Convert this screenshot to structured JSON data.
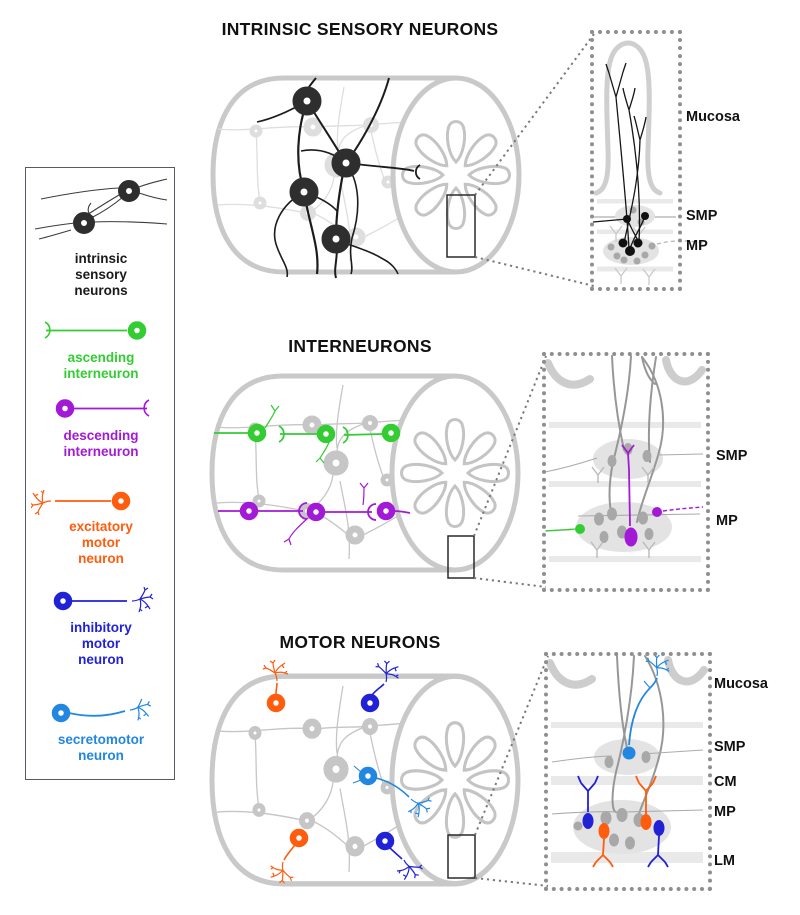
{
  "figure": {
    "sections": [
      {
        "id": "intrinsic-sensory",
        "title": "INTRINSIC SENSORY NEURONS",
        "inset_labels": [
          "Mucosa",
          "SMP",
          "MP"
        ]
      },
      {
        "id": "interneurons",
        "title": "INTERNEURONS",
        "inset_labels": [
          "SMP",
          "MP"
        ]
      },
      {
        "id": "motor-neurons",
        "title": "MOTOR NEURONS",
        "inset_labels": [
          "Mucosa",
          "SMP",
          "CM",
          "MP",
          "LM"
        ]
      }
    ],
    "legend": {
      "items": [
        {
          "label": "intrinsic\nsensory\nneurons",
          "color_key": "black",
          "icon": "intrinsic-sensory-neurons-icon"
        },
        {
          "label": "ascending\ninterneuron",
          "color_key": "green",
          "icon": "ascending-interneuron-icon"
        },
        {
          "label": "descending\ninterneuron",
          "color_key": "purple",
          "icon": "descending-interneuron-icon"
        },
        {
          "label": "excitatory\nmotor\nneuron",
          "color_key": "orange",
          "icon": "excitatory-motor-neuron-icon"
        },
        {
          "label": "inhibitory\nmotor\nneuron",
          "color_key": "blue",
          "icon": "inhibitory-motor-neuron-icon"
        },
        {
          "label": "secretomotor\nneuron",
          "color_key": "lightblue",
          "icon": "secretomotor-neuron-icon"
        }
      ]
    }
  },
  "colors": {
    "black": "#1a1a1a",
    "dark-neuron": "#2e2e2e",
    "green": "#33cc33",
    "purple": "#a219d6",
    "orange": "#ff5c0d",
    "blue": "#2121d6",
    "lightblue": "#2287e0",
    "gray-outline": "#c9c9c9",
    "gray-net-light": "#dedede",
    "gray-net": "#c6c6c6",
    "gray-cell": "#a8a8a8",
    "gray-blob": "#e3e3e3",
    "gray-fiber": "#979797",
    "band": "#e9e9e9"
  }
}
